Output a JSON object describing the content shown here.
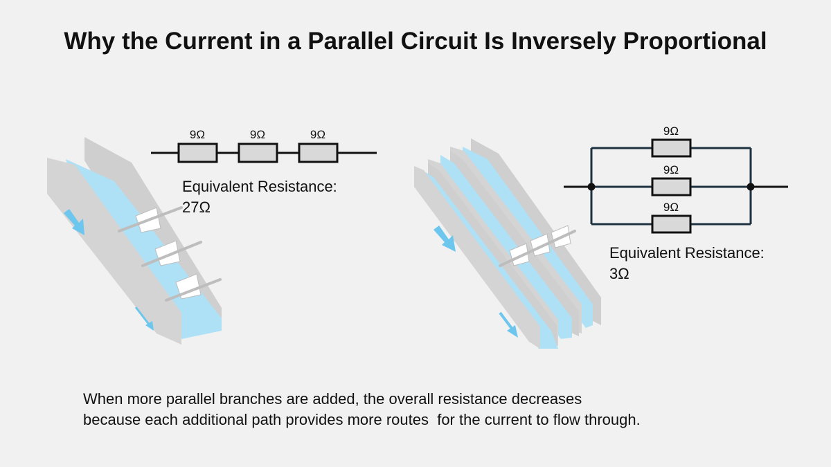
{
  "title": "Why the Current in a Parallel Circuit Is Inversely Proportional",
  "series_circuit": {
    "resistors": [
      "9Ω",
      "9Ω",
      "9Ω"
    ],
    "equivalent_label": "Equivalent Resistance:",
    "equivalent_value": "27Ω"
  },
  "parallel_circuit": {
    "resistors": [
      "9Ω",
      "9Ω",
      "9Ω"
    ],
    "equivalent_label": "Equivalent Resistance:",
    "equivalent_value": "3Ω"
  },
  "caption": {
    "line1": "When more parallel branches are added, the overall resistance decreases",
    "line2": "because each additional path provides more routes  for the current to flow through."
  },
  "colors": {
    "background": "#f1f1f1",
    "channel_wall": "#cfcfcf",
    "water": "#aee0f6",
    "arrow": "#6cc6ee",
    "resistor_fill": "#d9d9d9",
    "parallel_wire": "#1d3140"
  }
}
